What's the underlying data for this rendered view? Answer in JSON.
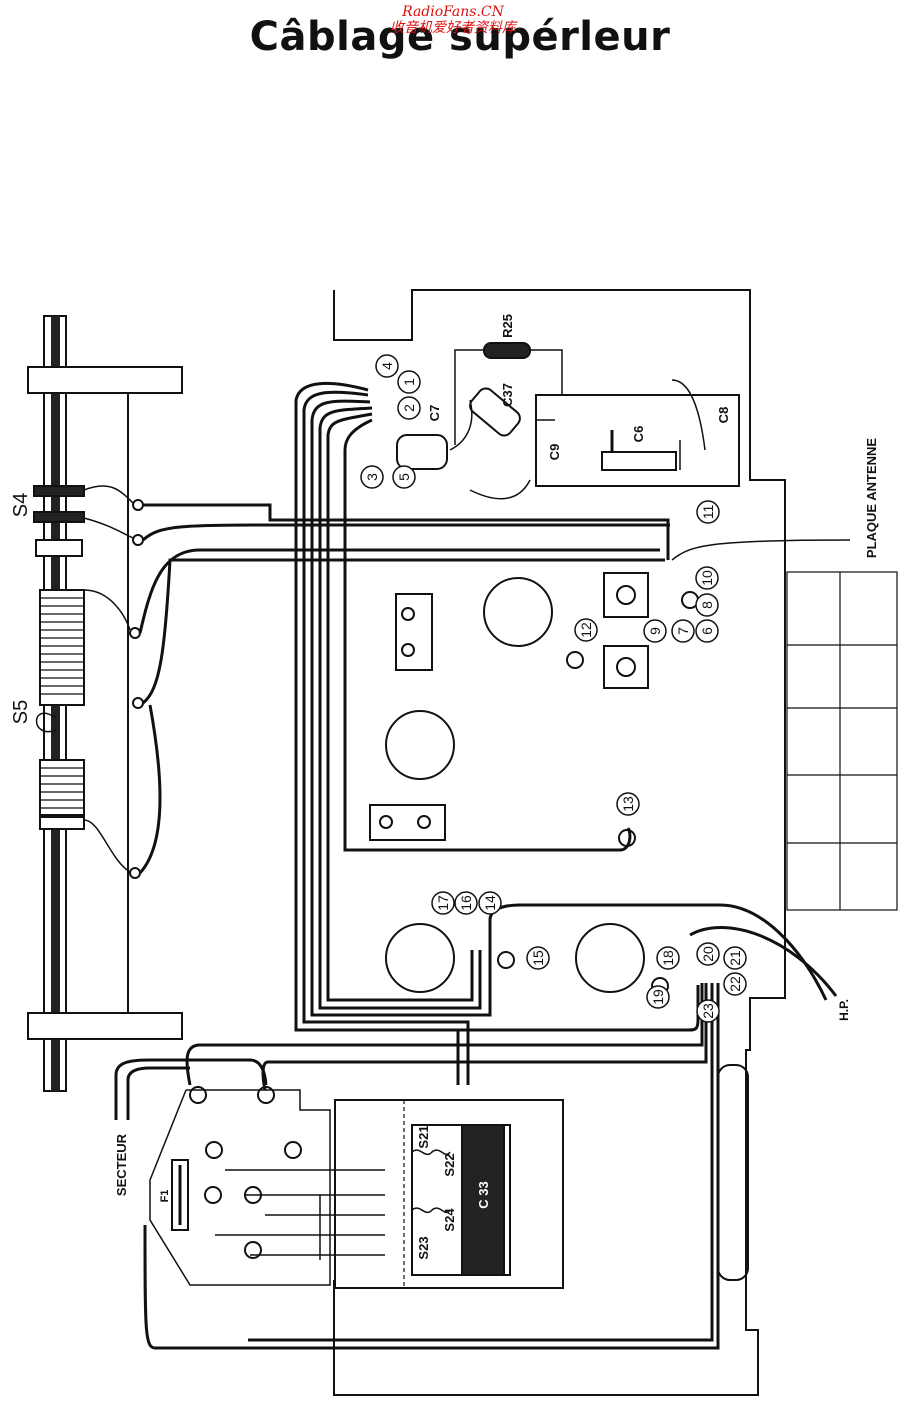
{
  "title": "Câblage supérleur",
  "watermark": {
    "line1": "RadioFans.CN",
    "line2": "收音机爱好者资料库"
  },
  "labels": {
    "s4": "S4",
    "s5": "S5",
    "r25": "R25",
    "c37": "C37",
    "c7": "C7",
    "c9": "C9",
    "c6": "C6",
    "c8": "C8",
    "plaque_antenne": "PLAQUE ANTENNE",
    "hp": "H.P.",
    "secteur": "SECTEUR",
    "f1": "F1",
    "s21": "S21",
    "s22": "S22",
    "s23": "S23",
    "s24": "S24",
    "c33": "C 33"
  },
  "terminals": [
    "1",
    "2",
    "3",
    "4",
    "5",
    "6",
    "7",
    "8",
    "9",
    "10",
    "11",
    "12",
    "13",
    "14",
    "15",
    "16",
    "17",
    "18",
    "19",
    "20",
    "21",
    "22",
    "23"
  ],
  "colors": {
    "ink": "#111111",
    "paper": "#ffffff",
    "watermark": "#dd1111"
  }
}
